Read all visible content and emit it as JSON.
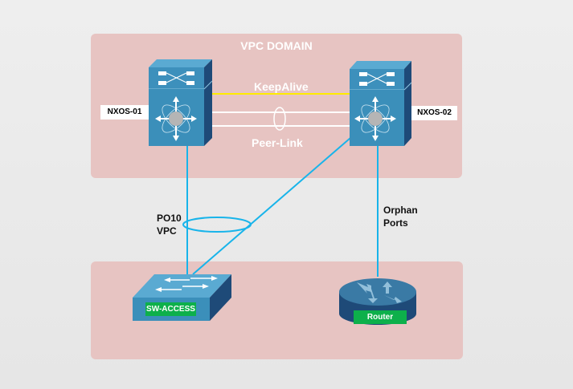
{
  "diagram": {
    "domain_title": "VPC DOMAIN",
    "devices": {
      "nxos01": {
        "label": "NXOS-01",
        "type": "nexus-switch-icon"
      },
      "nxos02": {
        "label": "NXOS-02",
        "type": "nexus-switch-icon"
      },
      "access": {
        "label": "SW-ACCESS",
        "type": "workgroup-switch-icon"
      },
      "router": {
        "label": "Router",
        "type": "router-icon"
      }
    },
    "links": {
      "keepalive": {
        "label": "KeepAlive",
        "color": "#ffeb00"
      },
      "peerlink": {
        "label": "Peer-Link",
        "color": "#ffffff"
      },
      "po10": {
        "label_line1": "PO10",
        "label_line2": "VPC",
        "color": "#18b4ea"
      },
      "orphan": {
        "label_line1": "Orphan",
        "label_line2": "Ports",
        "color": "#18b4ea"
      }
    },
    "colors": {
      "zone_fill": "#e7c4c2",
      "device_blue": "#3b8fba",
      "device_dark": "#1e4a78",
      "label_green": "#0db04b"
    }
  }
}
